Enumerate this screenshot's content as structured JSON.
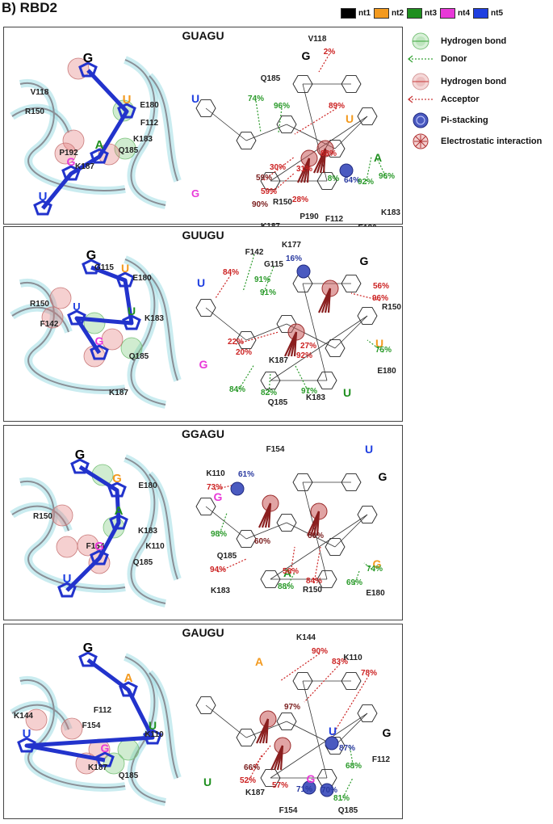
{
  "figure_label": "B) RBD2",
  "nucleotide_legend": [
    {
      "label": "nt1",
      "color": "#000000"
    },
    {
      "label": "nt2",
      "color": "#f39a1f"
    },
    {
      "label": "nt3",
      "color": "#1f8f1f"
    },
    {
      "label": "nt4",
      "color": "#e838d8"
    },
    {
      "label": "nt5",
      "color": "#1f3fe0"
    }
  ],
  "interaction_legend": [
    {
      "label": "Hydrogen bond",
      "icon": "hbond-donor-icon",
      "color": "#3aa53a"
    },
    {
      "label": "Donor",
      "icon": "donor-arrow-icon",
      "color": "#3aa53a"
    },
    {
      "label": "Hydrogen bond",
      "icon": "hbond-acceptor-icon",
      "color": "#c93a3a"
    },
    {
      "label": "Acceptor",
      "icon": "acceptor-arrow-icon",
      "color": "#c93a3a"
    },
    {
      "label": "Pi-stacking",
      "icon": "pi-stacking-icon",
      "color": "#2a3aa0"
    },
    {
      "label": "Electrostatic interaction",
      "icon": "electrostatic-icon",
      "color": "#b03030"
    }
  ],
  "panels": [
    {
      "title": "GUAGU",
      "residues_3d": [
        {
          "t": "V118",
          "c": "#222"
        },
        {
          "t": "R150",
          "c": "#222"
        },
        {
          "t": "E180",
          "c": "#222"
        },
        {
          "t": "F112",
          "c": "#222"
        },
        {
          "t": "K183",
          "c": "#222"
        },
        {
          "t": "Q185",
          "c": "#222"
        },
        {
          "t": "P192",
          "c": "#222"
        },
        {
          "t": "K187",
          "c": "#222"
        }
      ],
      "nts_3d": [
        {
          "t": "G",
          "c": "#000000"
        },
        {
          "t": "U",
          "c": "#f39a1f"
        },
        {
          "t": "A",
          "c": "#1f8f1f"
        },
        {
          "t": "G",
          "c": "#e838d8"
        },
        {
          "t": "U",
          "c": "#1f3fe0"
        }
      ],
      "residues_2d": [
        {
          "t": "V118",
          "c": "#222"
        },
        {
          "t": "Q185",
          "c": "#222"
        },
        {
          "t": "R150",
          "c": "#222"
        },
        {
          "t": "P190",
          "c": "#222"
        },
        {
          "t": "K187",
          "c": "#222"
        },
        {
          "t": "F112",
          "c": "#222"
        },
        {
          "t": "E180",
          "c": "#222"
        },
        {
          "t": "K183",
          "c": "#222"
        }
      ],
      "nts_2d": [
        {
          "t": "G",
          "c": "#000000"
        },
        {
          "t": "U",
          "c": "#f39a1f"
        },
        {
          "t": "A",
          "c": "#1f8f1f"
        },
        {
          "t": "G",
          "c": "#e838d8"
        },
        {
          "t": "U",
          "c": "#1f3fe0"
        }
      ],
      "percents": [
        {
          "t": "2%",
          "c": "#cc2222"
        },
        {
          "t": "74%",
          "c": "#2a9a2a"
        },
        {
          "t": "96%",
          "c": "#2a9a2a"
        },
        {
          "t": "89%",
          "c": "#cc2222"
        },
        {
          "t": "88%",
          "c": "#cc2222"
        },
        {
          "t": "30%",
          "c": "#cc2222"
        },
        {
          "t": "31%",
          "c": "#cc2222"
        },
        {
          "t": "59%",
          "c": "#7a1d1d"
        },
        {
          "t": "8%",
          "c": "#2a9a2a"
        },
        {
          "t": "64%",
          "c": "#2a3aa0"
        },
        {
          "t": "92%",
          "c": "#2a9a2a"
        },
        {
          "t": "96%",
          "c": "#2a9a2a"
        },
        {
          "t": "59%",
          "c": "#cc2222"
        },
        {
          "t": "28%",
          "c": "#cc2222"
        },
        {
          "t": "90%",
          "c": "#7a1d1d"
        }
      ]
    },
    {
      "title": "GUUGU",
      "residues_3d": [
        {
          "t": "G115",
          "c": "#222"
        },
        {
          "t": "E180",
          "c": "#222"
        },
        {
          "t": "F142",
          "c": "#222"
        },
        {
          "t": "R150",
          "c": "#222"
        },
        {
          "t": "K183",
          "c": "#222"
        },
        {
          "t": "Q185",
          "c": "#222"
        },
        {
          "t": "K187",
          "c": "#222"
        }
      ],
      "nts_3d": [
        {
          "t": "G",
          "c": "#000000"
        },
        {
          "t": "U",
          "c": "#f39a1f"
        },
        {
          "t": "U",
          "c": "#1f8f1f"
        },
        {
          "t": "U",
          "c": "#1f3fe0"
        },
        {
          "t": "G",
          "c": "#e838d8"
        }
      ],
      "residues_2d": [
        {
          "t": "K177",
          "c": "#222"
        },
        {
          "t": "F142",
          "c": "#222"
        },
        {
          "t": "G115",
          "c": "#222"
        },
        {
          "t": "R150",
          "c": "#222"
        },
        {
          "t": "E180",
          "c": "#222"
        },
        {
          "t": "K187",
          "c": "#222"
        },
        {
          "t": "Q185",
          "c": "#222"
        },
        {
          "t": "K183",
          "c": "#222"
        }
      ],
      "nts_2d": [
        {
          "t": "G",
          "c": "#000000"
        },
        {
          "t": "U",
          "c": "#1f3fe0"
        },
        {
          "t": "U",
          "c": "#f39a1f"
        },
        {
          "t": "G",
          "c": "#e838d8"
        },
        {
          "t": "U",
          "c": "#1f8f1f"
        }
      ],
      "percents": [
        {
          "t": "16%",
          "c": "#2a3aa0"
        },
        {
          "t": "84%",
          "c": "#cc2222"
        },
        {
          "t": "91%",
          "c": "#2a9a2a"
        },
        {
          "t": "91%",
          "c": "#2a9a2a"
        },
        {
          "t": "56%",
          "c": "#cc2222"
        },
        {
          "t": "96%",
          "c": "#cc2222"
        },
        {
          "t": "75%",
          "c": "#2a9a2a"
        },
        {
          "t": "22%",
          "c": "#cc2222"
        },
        {
          "t": "20%",
          "c": "#cc2222"
        },
        {
          "t": "27%",
          "c": "#cc2222"
        },
        {
          "t": "92%",
          "c": "#cc2222"
        },
        {
          "t": "84%",
          "c": "#2a9a2a"
        },
        {
          "t": "82%",
          "c": "#2a9a2a"
        },
        {
          "t": "97%",
          "c": "#2a9a2a"
        }
      ]
    },
    {
      "title": "GGAGU",
      "residues_3d": [
        {
          "t": "E180",
          "c": "#222"
        },
        {
          "t": "R150",
          "c": "#222"
        },
        {
          "t": "K183",
          "c": "#222"
        },
        {
          "t": "F154",
          "c": "#222"
        },
        {
          "t": "K110",
          "c": "#222"
        },
        {
          "t": "Q185",
          "c": "#222"
        }
      ],
      "nts_3d": [
        {
          "t": "G",
          "c": "#000000"
        },
        {
          "t": "G",
          "c": "#f39a1f"
        },
        {
          "t": "A",
          "c": "#1f8f1f"
        },
        {
          "t": "G",
          "c": "#e838d8"
        },
        {
          "t": "U",
          "c": "#1f3fe0"
        }
      ],
      "residues_2d": [
        {
          "t": "F154",
          "c": "#222"
        },
        {
          "t": "K110",
          "c": "#222"
        },
        {
          "t": "Q185",
          "c": "#222"
        },
        {
          "t": "K183",
          "c": "#222"
        },
        {
          "t": "R150",
          "c": "#222"
        },
        {
          "t": "E180",
          "c": "#222"
        }
      ],
      "nts_2d": [
        {
          "t": "U",
          "c": "#1f3fe0"
        },
        {
          "t": "G",
          "c": "#000000"
        },
        {
          "t": "G",
          "c": "#e838d8"
        },
        {
          "t": "A",
          "c": "#1f8f1f"
        },
        {
          "t": "G",
          "c": "#f39a1f"
        }
      ],
      "percents": [
        {
          "t": "61%",
          "c": "#2a3aa0"
        },
        {
          "t": "73%",
          "c": "#cc2222"
        },
        {
          "t": "98%",
          "c": "#2a9a2a"
        },
        {
          "t": "60%",
          "c": "#7a1d1d"
        },
        {
          "t": "66%",
          "c": "#7a1d1d"
        },
        {
          "t": "94%",
          "c": "#cc2222"
        },
        {
          "t": "56%",
          "c": "#cc2222"
        },
        {
          "t": "84%",
          "c": "#cc2222"
        },
        {
          "t": "88%",
          "c": "#2a9a2a"
        },
        {
          "t": "74%",
          "c": "#2a9a2a"
        },
        {
          "t": "69%",
          "c": "#2a9a2a"
        }
      ]
    },
    {
      "title": "GAUGU",
      "residues_3d": [
        {
          "t": "F112",
          "c": "#222"
        },
        {
          "t": "K144",
          "c": "#222"
        },
        {
          "t": "F154",
          "c": "#222"
        },
        {
          "t": "K110",
          "c": "#222"
        },
        {
          "t": "K187",
          "c": "#222"
        },
        {
          "t": "Q185",
          "c": "#222"
        }
      ],
      "nts_3d": [
        {
          "t": "G",
          "c": "#000000"
        },
        {
          "t": "A",
          "c": "#f39a1f"
        },
        {
          "t": "U",
          "c": "#1f8f1f"
        },
        {
          "t": "U",
          "c": "#1f3fe0"
        },
        {
          "t": "G",
          "c": "#e838d8"
        }
      ],
      "residues_2d": [
        {
          "t": "K144",
          "c": "#222"
        },
        {
          "t": "K110",
          "c": "#222"
        },
        {
          "t": "F112",
          "c": "#222"
        },
        {
          "t": "K187",
          "c": "#222"
        },
        {
          "t": "F154",
          "c": "#222"
        },
        {
          "t": "Q185",
          "c": "#222"
        }
      ],
      "nts_2d": [
        {
          "t": "A",
          "c": "#f39a1f"
        },
        {
          "t": "U",
          "c": "#1f8f1f"
        },
        {
          "t": "G",
          "c": "#000000"
        },
        {
          "t": "U",
          "c": "#1f3fe0"
        },
        {
          "t": "G",
          "c": "#e838d8"
        }
      ],
      "percents": [
        {
          "t": "90%",
          "c": "#cc2222"
        },
        {
          "t": "83%",
          "c": "#cc2222"
        },
        {
          "t": "78%",
          "c": "#cc2222"
        },
        {
          "t": "97%",
          "c": "#7a1d1d"
        },
        {
          "t": "66%",
          "c": "#7a1d1d"
        },
        {
          "t": "52%",
          "c": "#cc2222"
        },
        {
          "t": "57%",
          "c": "#cc2222"
        },
        {
          "t": "87%",
          "c": "#2a3aa0"
        },
        {
          "t": "68%",
          "c": "#2a9a2a"
        },
        {
          "t": "71%",
          "c": "#2a3aa0"
        },
        {
          "t": "70%",
          "c": "#2a3aa0"
        },
        {
          "t": "81%",
          "c": "#2a9a2a"
        }
      ]
    }
  ]
}
